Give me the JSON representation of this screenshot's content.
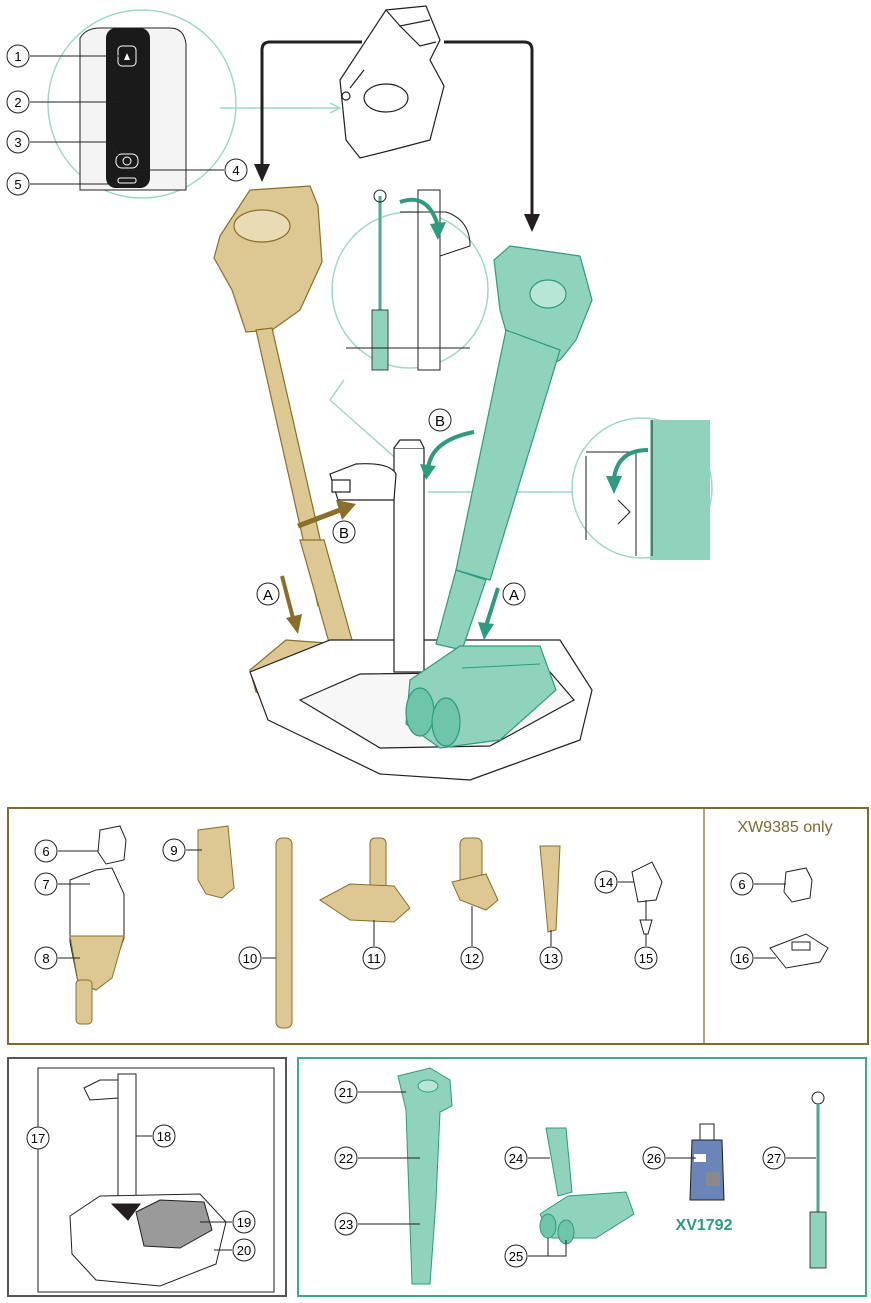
{
  "colors": {
    "gold_fill": "#ddc893",
    "gold_dark": "#8a6f2a",
    "gold_frame": "#7d6a2e",
    "teal_fill": "#8fd3bd",
    "teal_dark": "#2e9a7e",
    "teal_frame": "#3fa88d",
    "grey_frame": "#555555",
    "zoom_circle": "#9fd9c6",
    "line": "#231f20"
  },
  "callouts": {
    "c1": "1",
    "c2": "2",
    "c3": "3",
    "c4": "4",
    "c5": "5",
    "c6": "6",
    "c7": "7",
    "c8": "8",
    "c9": "9",
    "c10": "10",
    "c11": "11",
    "c12": "12",
    "c13": "13",
    "c14": "14",
    "c15": "15",
    "c6b": "6",
    "c16": "16",
    "c17": "17",
    "c18": "18",
    "c19": "19",
    "c20": "20",
    "c21": "21",
    "c22": "22",
    "c23": "23",
    "c24": "24",
    "c25": "25",
    "c26": "26",
    "c27": "27"
  },
  "letters": {
    "a_left": "A",
    "a_right": "A",
    "b_top": "B",
    "b_left": "B"
  },
  "labels": {
    "xw9385_only": "XW9385 only",
    "xv1792": "XV1792"
  }
}
